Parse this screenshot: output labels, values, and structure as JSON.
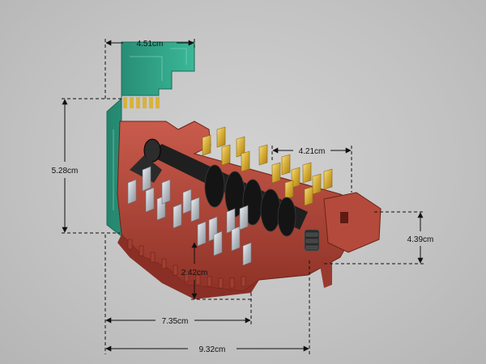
{
  "dimensions": {
    "top_width": "4.51cm",
    "left_height": "5.28cm",
    "mid_width": "4.21cm",
    "right_height": "4.39cm",
    "small_height": "2.42cm",
    "bottom_width_inner": "7.35cm",
    "bottom_width_total": "9.32cm"
  },
  "colors": {
    "background": "#c4c4c4",
    "housing": "#b5473a",
    "housing_dark": "#8e3127",
    "pcb": "#2fa58a",
    "terminal_silver": "#c9cdd2",
    "terminal_gold": "#d8b23c",
    "shaft": "#1e1e1e",
    "dimension_line": "#111111"
  }
}
